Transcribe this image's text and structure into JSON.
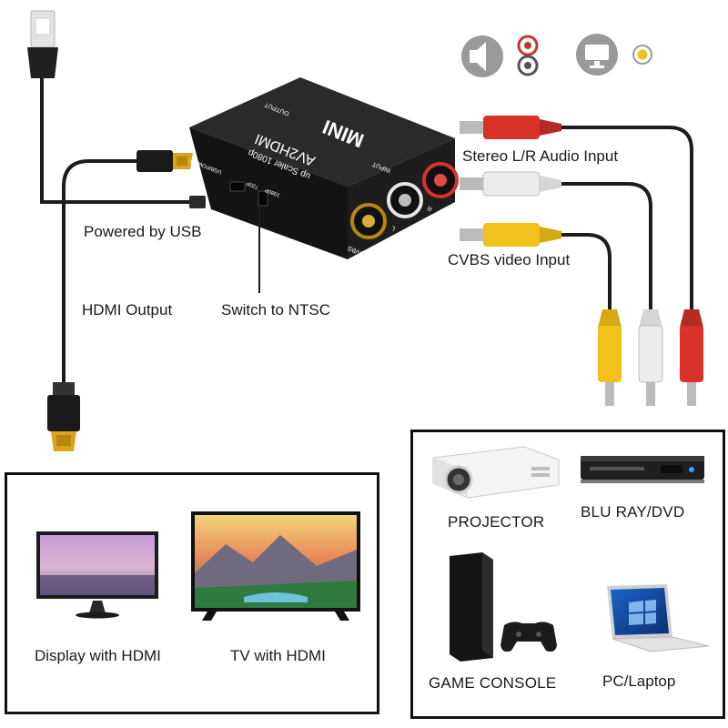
{
  "device": {
    "brand": "MINI",
    "model": "AV2HDMI",
    "subtitle": "up Scaler 1080p",
    "port_output": "OUTPUT",
    "port_input": "INPUT",
    "port_usb": "USB/POWER",
    "switch_720": "720P",
    "switch_1080": "1080P",
    "jack_cvbs": "CVBS",
    "jack_l": "L",
    "jack_r": "R"
  },
  "labels": {
    "stereo": "Stereo L/R Audio Input",
    "cvbs": "CVBS video Input",
    "usb": "Powered by USB",
    "hdmi_out": "HDMI Output",
    "ntsc": "Switch to NTSC"
  },
  "outputs_box": {
    "items": [
      {
        "label": "Display with HDMI"
      },
      {
        "label": "TV with HDMI"
      }
    ]
  },
  "inputs_box": {
    "items": [
      {
        "label": "PROJECTOR"
      },
      {
        "label": "BLU RAY/DVD"
      },
      {
        "label": "GAME CONSOLE"
      },
      {
        "label": "PC/Laptop"
      }
    ]
  },
  "colors": {
    "cable": "#1c1c1c",
    "rca_red": "#d9322b",
    "rca_white": "#e8e8e8",
    "rca_yellow": "#f2c21b",
    "gold": "#d9a520",
    "device": "#181818"
  },
  "icons": [
    "speaker-icon",
    "audio-jack-icon",
    "monitor-icon",
    "video-jack-icon"
  ]
}
